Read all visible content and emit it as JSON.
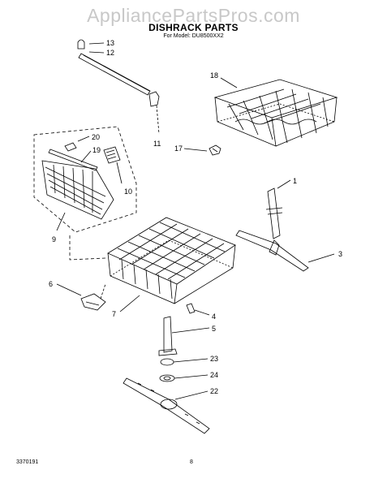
{
  "watermark": "AppliancePartsPros.com",
  "title": "DISHRACK PARTS",
  "subtitle": "For Model: DU8500XX2",
  "footer": {
    "doc_number": "3370191",
    "page_number": "8"
  },
  "callouts": [
    {
      "id": "c13",
      "label": "13"
    },
    {
      "id": "c12",
      "label": "12"
    },
    {
      "id": "c11",
      "label": "11"
    },
    {
      "id": "c18",
      "label": "18"
    },
    {
      "id": "c17",
      "label": "17"
    },
    {
      "id": "c20",
      "label": "20"
    },
    {
      "id": "c19",
      "label": "19"
    },
    {
      "id": "c10",
      "label": "10"
    },
    {
      "id": "c9",
      "label": "9"
    },
    {
      "id": "c1",
      "label": "1"
    },
    {
      "id": "c3",
      "label": "3"
    },
    {
      "id": "c6",
      "label": "6"
    },
    {
      "id": "c7",
      "label": "7"
    },
    {
      "id": "c4",
      "label": "4"
    },
    {
      "id": "c5",
      "label": "5"
    },
    {
      "id": "c23",
      "label": "23"
    },
    {
      "id": "c24",
      "label": "24"
    },
    {
      "id": "c22",
      "label": "22"
    }
  ]
}
